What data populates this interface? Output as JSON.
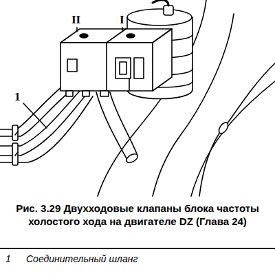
{
  "diagram": {
    "caption": "Рис. 3.29 Двухходовые клапаны блока частоты холостого хода на двигателе DZ (Глава 24)",
    "labels": [
      "II",
      "I",
      "1",
      "1",
      "Соединительный шланг"
    ]
  }
}
